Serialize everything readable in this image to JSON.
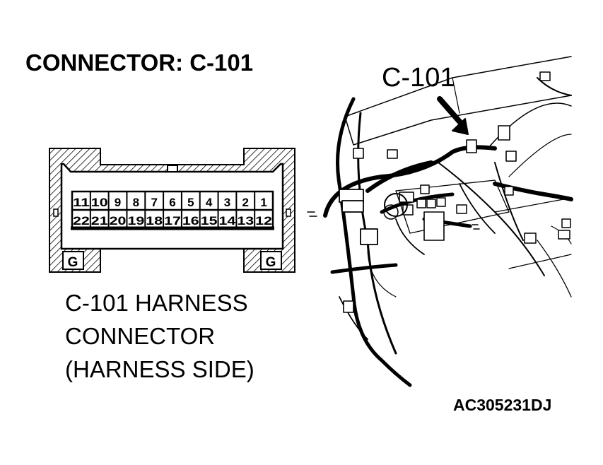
{
  "title": "CONNECTOR: C-101",
  "callout_label": "C-101",
  "caption": {
    "line1": "C-101 HARNESS",
    "line2": "CONNECTOR",
    "line3": "(HARNESS SIDE)"
  },
  "figure_code": "AC305231DJ",
  "connector": {
    "top_row": [
      "11",
      "10",
      "9",
      "8",
      "7",
      "6",
      "5",
      "4",
      "3",
      "2",
      "1"
    ],
    "bottom_row": [
      "22",
      "21",
      "20",
      "19",
      "18",
      "17",
      "16",
      "15",
      "14",
      "13",
      "12"
    ],
    "ground_left": "G",
    "ground_right": "G"
  }
}
